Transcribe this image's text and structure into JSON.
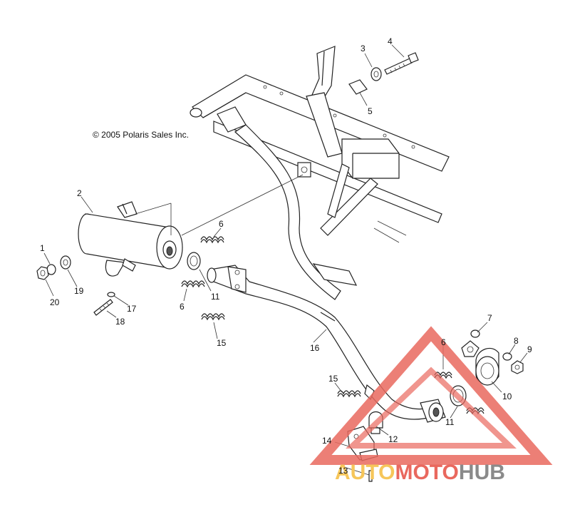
{
  "copyright": "© 2005 Polaris Sales Inc.",
  "callouts": {
    "c1": "1",
    "c2": "2",
    "c3": "3",
    "c4": "4",
    "c5": "5",
    "c6a": "6",
    "c6b": "6",
    "c6c": "6",
    "c7": "7",
    "c8": "8",
    "c9": "9",
    "c10": "10",
    "c11a": "11",
    "c11b": "11",
    "c12": "12",
    "c13": "13",
    "c14": "14",
    "c15a": "15",
    "c15b": "15",
    "c16": "16",
    "c17": "17",
    "c18": "18",
    "c19": "19",
    "c20": "20"
  },
  "watermark": {
    "part1": "AUTO",
    "part2": "MOTO",
    "part3": "HUB"
  },
  "colors": {
    "watermark_red": "#e9685e",
    "watermark_yellow": "#f6c65a",
    "watermark_gray": "#8a8a8a"
  }
}
